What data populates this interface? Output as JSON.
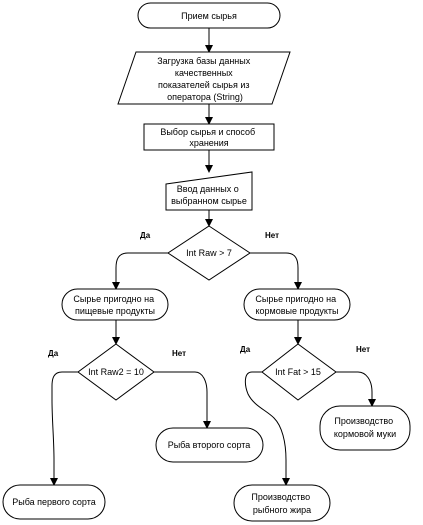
{
  "nodes": {
    "start": "Прием сырья",
    "load": [
      "Загрузка базы данных",
      "качественных",
      "показателей сырья из",
      "оператора (String)"
    ],
    "select": [
      "Выбор сырья и способ",
      "хранения"
    ],
    "input": [
      "Ввод данных о",
      "выбранном сырье"
    ],
    "decision_raw": "Int Raw  > 7",
    "food": [
      "Сырье пригодно на",
      "пищевые продукты"
    ],
    "feed": [
      "Сырье пригодно на",
      "кормовые продукты"
    ],
    "decision_raw2": "Int Raw2 = 10",
    "decision_fat": "Int Fat > 15",
    "second_grade": "Рыба второго сорта",
    "first_grade": "Рыба первого сорта",
    "feed_flour": [
      "Производство",
      "кормовой муки"
    ],
    "fish_oil": [
      "Производство",
      "рыбного жира"
    ]
  },
  "labels": {
    "raw_yes": "Да",
    "raw_no": "Нет",
    "raw2_yes": "Да",
    "raw2_no": "Нет",
    "fat_yes": "Да",
    "fat_no": "Нет"
  }
}
